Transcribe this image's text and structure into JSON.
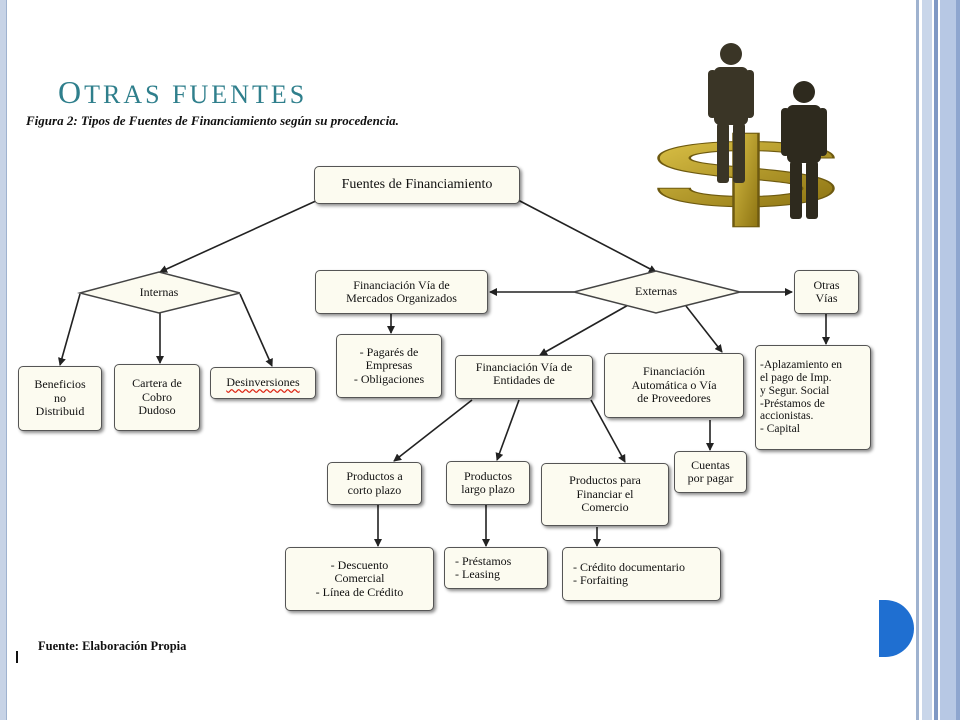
{
  "slide": {
    "title_first": "O",
    "title_rest": "TRAS FUENTES",
    "figure_caption": "Figura 2: Tipos de Fuentes de Financiamiento según su procedencia.",
    "source_note": "Fuente: Elaboración Propia"
  },
  "diagram": {
    "root": "Fuentes de Financiamiento",
    "internas": "Internas",
    "externas": "Externas",
    "beneficios": "Beneficios\nno\nDistribuid",
    "cartera": "Cartera de\nCobro\nDudoso",
    "desinversiones": "Desinversiones",
    "mercados": "Financiación Vía de\nMercados Organizados",
    "pagares": "- Pagarés de\nEmpresas\n- Obligaciones",
    "otras_vias": "Otras\nVías",
    "otras_list": "-Aplazamiento en\nel pago de Imp.\ny Segur. Social\n-Préstamos de\naccionistas.\n- Capital",
    "entidades": "Financiación Vía de\nEntidades de",
    "automatica": "Financiación\nAutomática o Vía\nde Proveedores",
    "cuentas": "Cuentas\npor pagar",
    "corto": "Productos a\ncorto plazo",
    "largo": "Productos\nlargo plazo",
    "comercio": "Productos para\nFinanciar el\nComercio",
    "descuento": "- Descuento\nComercial\n- Línea de Crédito",
    "prestamos": "- Préstamos\n- Leasing",
    "credito_doc": "- Crédito documentario\n- Forfaiting"
  },
  "icons": {
    "clipart": "dollar-people-icon"
  },
  "colors": {
    "title": "#2f7f8c",
    "box_fill": "#fcfbf0",
    "gold": "#b89a22",
    "accent_tab": "#1f6fd1"
  }
}
